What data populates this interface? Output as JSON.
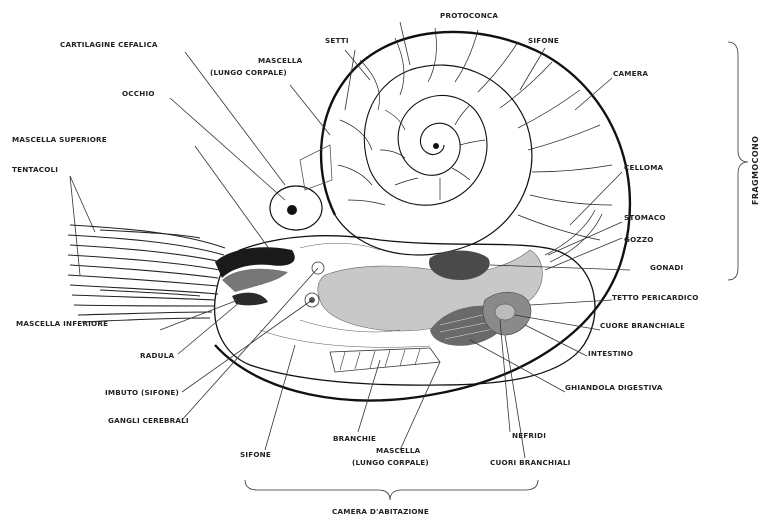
{
  "labels": {
    "protoconca": "PROTOCONCA",
    "cartilagine_cefalica": "CARTILAGINE CEFALICA",
    "setti": "SETTI",
    "mascella_lungo_superiore": "MASCELLA",
    "mascella_lungo_superiore_2": "(LUNGO CORPALE)",
    "sifone_top": "SIFONE",
    "camera": "CAMERA",
    "occhio": "OCCHIO",
    "mascella_superiore": "MASCELLA SUPERIORE",
    "tentacoli": "TENTACOLI",
    "celloma": "CELLOMA",
    "stomaco": "STOMACO",
    "gozzo": "GOZZO",
    "gonadi": "GONADI",
    "tetto_pericardico": "TETTO PERICARDICO",
    "mascella_inferiore": "MASCELLA INFERIORE",
    "cuore_branchiale": "CUORE BRANCHIALE",
    "intestino": "INTESTINO",
    "radula": "RADULA",
    "imbuto": "IMBUTO (SIFONE)",
    "ghiandola_digestiva": "GHIANDOLA DIGESTIVA",
    "gangli_cerebrali": "GANGLI CEREBRALI",
    "nefridi": "NEFRIDI",
    "branchie": "BRANCHIE",
    "sifone_bottom": "SIFONE",
    "mascella_lungo_inferiore": "MASCELLA",
    "mascella_lungo_inferiore_2": "(LUNGO CORPALE)",
    "cuori_branchiali": "CUORI BRANCHIALI",
    "camera_abitazione": "CAMERA D'ABITAZIONE",
    "fragmocono": "FRAGMOCONO"
  },
  "colors": {
    "outline": "#111111",
    "organ_gray": "#c8c8c8",
    "organ_dark": "#4a4a4a",
    "organ_mid": "#8a8a8a"
  }
}
